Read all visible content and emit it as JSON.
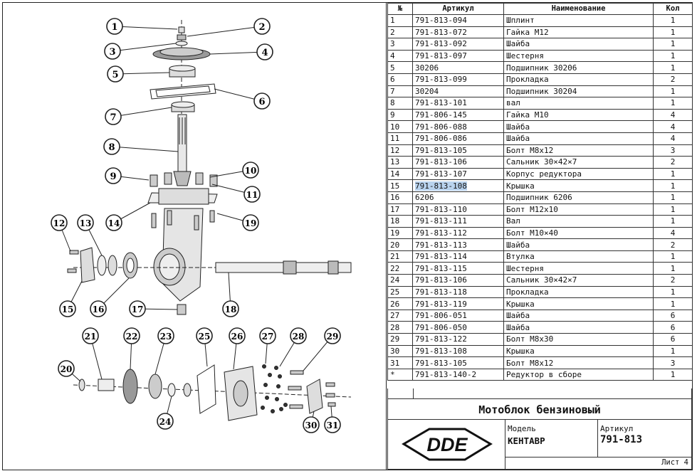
{
  "table": {
    "headers": [
      "№",
      "Артикул",
      "Наименование",
      "Кол"
    ],
    "rows": [
      {
        "no": "1",
        "art": "791-813-094",
        "name": "Шплинт",
        "qty": "1"
      },
      {
        "no": "2",
        "art": "791-813-072",
        "name": "Гайка М12",
        "qty": "1"
      },
      {
        "no": "3",
        "art": "791-813-092",
        "name": "Шайба",
        "qty": "1"
      },
      {
        "no": "4",
        "art": "791-813-097",
        "name": "Шестерня",
        "qty": "1"
      },
      {
        "no": "5",
        "art": "30206",
        "name": "Подшипник 30206",
        "qty": "1"
      },
      {
        "no": "6",
        "art": "791-813-099",
        "name": "Прокладка",
        "qty": "2"
      },
      {
        "no": "7",
        "art": "30204",
        "name": "Подшипник 30204",
        "qty": "1"
      },
      {
        "no": "8",
        "art": "791-813-101",
        "name": "вал",
        "qty": "1"
      },
      {
        "no": "9",
        "art": "791-806-145",
        "name": "Гайка М10",
        "qty": "4"
      },
      {
        "no": "10",
        "art": "791-806-088",
        "name": "Шайба",
        "qty": "4"
      },
      {
        "no": "11",
        "art": "791-806-086",
        "name": "Шайба",
        "qty": "4"
      },
      {
        "no": "12",
        "art": "791-813-105",
        "name": "Болт М8х12",
        "qty": "3"
      },
      {
        "no": "13",
        "art": "791-813-106",
        "name": "Сальник 30×42×7",
        "qty": "2"
      },
      {
        "no": "14",
        "art": "791-813-107",
        "name": "Корпус редуктора",
        "qty": "1"
      },
      {
        "no": "15",
        "art": "791-813-108",
        "name": "Крышка",
        "qty": "1"
      },
      {
        "no": "16",
        "art": "6206",
        "name": "Подшипник 6206",
        "qty": "1"
      },
      {
        "no": "17",
        "art": "791-813-110",
        "name": "Болт М12х10",
        "qty": "1"
      },
      {
        "no": "18",
        "art": "791-813-111",
        "name": "Вал",
        "qty": "1"
      },
      {
        "no": "19",
        "art": "791-813-112",
        "name": "Болт М10×40",
        "qty": "4"
      },
      {
        "no": "20",
        "art": "791-813-113",
        "name": "Шайба",
        "qty": "2"
      },
      {
        "no": "21",
        "art": "791-813-114",
        "name": "Втулка",
        "qty": "1"
      },
      {
        "no": "22",
        "art": "791-813-115",
        "name": "Шестерня",
        "qty": "1"
      },
      {
        "no": "24",
        "art": "791-813-106",
        "name": "Сальник 30×42×7",
        "qty": "2"
      },
      {
        "no": "25",
        "art": "791-813-118",
        "name": "Прокладка",
        "qty": "1"
      },
      {
        "no": "26",
        "art": "791-813-119",
        "name": "Крышка",
        "qty": "1"
      },
      {
        "no": "27",
        "art": "791-806-051",
        "name": "Шайба",
        "qty": "6"
      },
      {
        "no": "28",
        "art": "791-806-050",
        "name": "Шайба",
        "qty": "6"
      },
      {
        "no": "29",
        "art": "791-813-122",
        "name": "Болт М8х30",
        "qty": "6"
      },
      {
        "no": "30",
        "art": "791-813-108",
        "name": "Крышка",
        "qty": "1"
      },
      {
        "no": "31",
        "art": "791-813-105",
        "name": "Болт М8х12",
        "qty": "3"
      },
      {
        "no": "*",
        "art": "791-813-140-2",
        "name": "Редуктор в сборе",
        "qty": "1"
      }
    ]
  },
  "title_block": {
    "product_name": "Мотоблок бензиновый",
    "logo_text": "DDE",
    "model_label": "Модель",
    "model_value": "КЕНТАВР",
    "article_label": "Артикул",
    "article_value": "791-813",
    "sheet": "Лист 4"
  },
  "callouts": [
    "1",
    "2",
    "3",
    "4",
    "5",
    "6",
    "7",
    "8",
    "9",
    "10",
    "11",
    "12",
    "13",
    "14",
    "15",
    "16",
    "17",
    "18",
    "19",
    "20",
    "21",
    "22",
    "23",
    "24",
    "25",
    "26",
    "27",
    "28",
    "29",
    "30",
    "31"
  ],
  "colors": {
    "line": "#222222",
    "highlight": "#b9d3ee"
  }
}
